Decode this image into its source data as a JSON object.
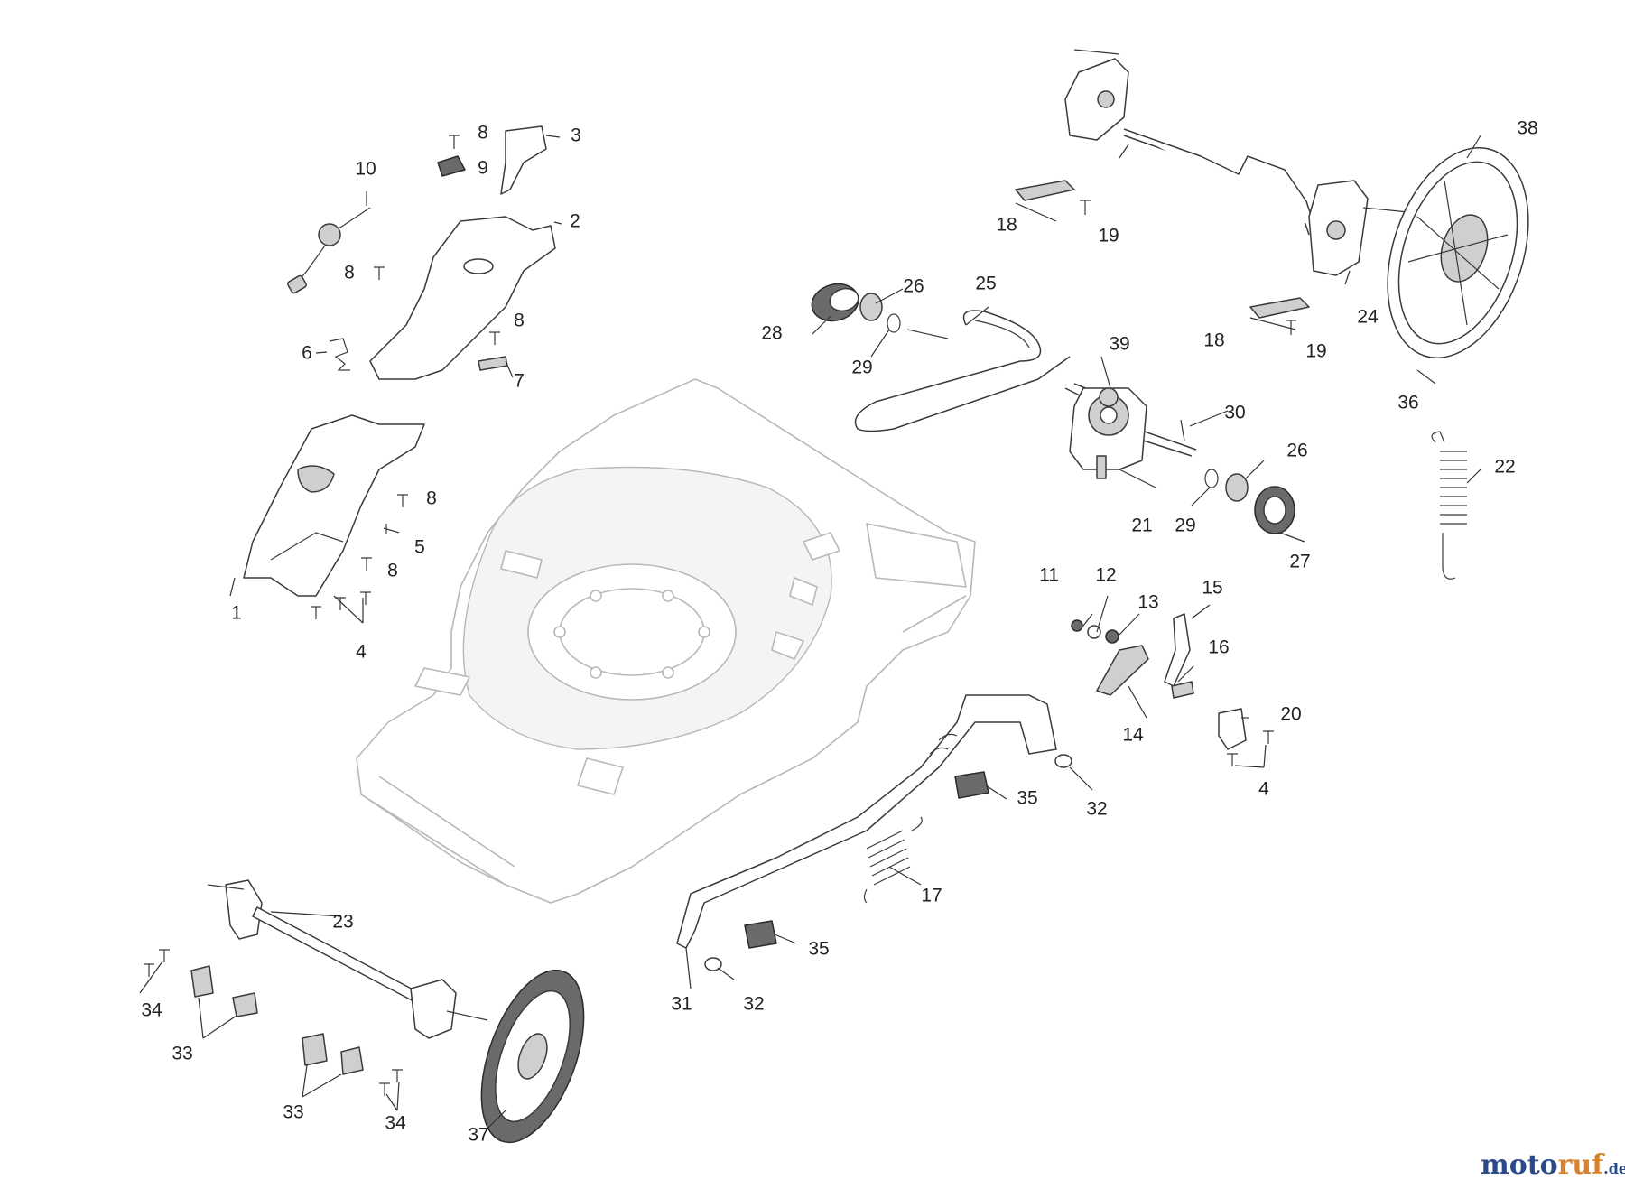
{
  "diagram": {
    "type": "exploded-parts-view",
    "callouts": [
      "1",
      "2",
      "3",
      "4",
      "5",
      "6",
      "7",
      "8",
      "9",
      "10",
      "11",
      "12",
      "13",
      "14",
      "15",
      "16",
      "17",
      "18",
      "19",
      "20",
      "21",
      "22",
      "23",
      "24",
      "25",
      "26",
      "27",
      "28",
      "29",
      "30",
      "31",
      "32",
      "33",
      "34",
      "35",
      "36",
      "37",
      "38",
      "39"
    ]
  },
  "watermark": {
    "brand": "motoruf",
    "tld": ".de",
    "colors": {
      "moto": "#2b4a8b",
      "ruf": "#d9822b"
    }
  }
}
